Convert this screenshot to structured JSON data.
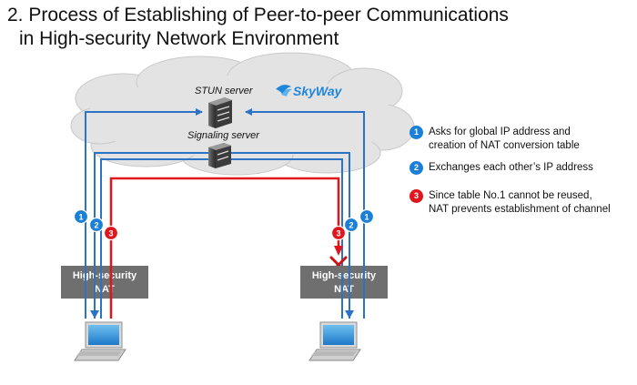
{
  "title": {
    "line1": "2. Process of Establishing of Peer-to-peer Communications",
    "line2": "in High-security Network Environment"
  },
  "cloud": {
    "stun_label": "STUN server",
    "signaling_label": "Signaling server",
    "brand": "SkyWay"
  },
  "nat": {
    "left_line1": "High-security",
    "left_line2": "NAT",
    "right_line1": "High-security",
    "right_line2": "NAT"
  },
  "badges": {
    "one": "1",
    "two": "2",
    "three": "3"
  },
  "legend": {
    "items": [
      {
        "num": "1",
        "color": "#1a7fd6",
        "line1": "Asks for global IP address and",
        "line2": "creation of NAT conversion table"
      },
      {
        "num": "2",
        "color": "#1a7fd6",
        "line1": "Exchanges each other’s IP address",
        "line2": ""
      },
      {
        "num": "3",
        "color": "#e0161d",
        "line1": "Since table No.1 cannot be reused,",
        "line2": "NAT prevents establishment of channel"
      }
    ]
  },
  "colors": {
    "blue_path": "#2b73c4",
    "red_path": "#e0161d",
    "badge_blue": "#1a7fd6",
    "badge_red": "#e0161d",
    "nat_box": "#6f6f6f",
    "cloud_fill": "#e3e3e3",
    "brand": "#1f86d9"
  },
  "icons": {
    "server": "server-icon",
    "laptop": "laptop-icon",
    "blocked": "x-mark-icon",
    "brand": "skyway-bird-icon"
  }
}
